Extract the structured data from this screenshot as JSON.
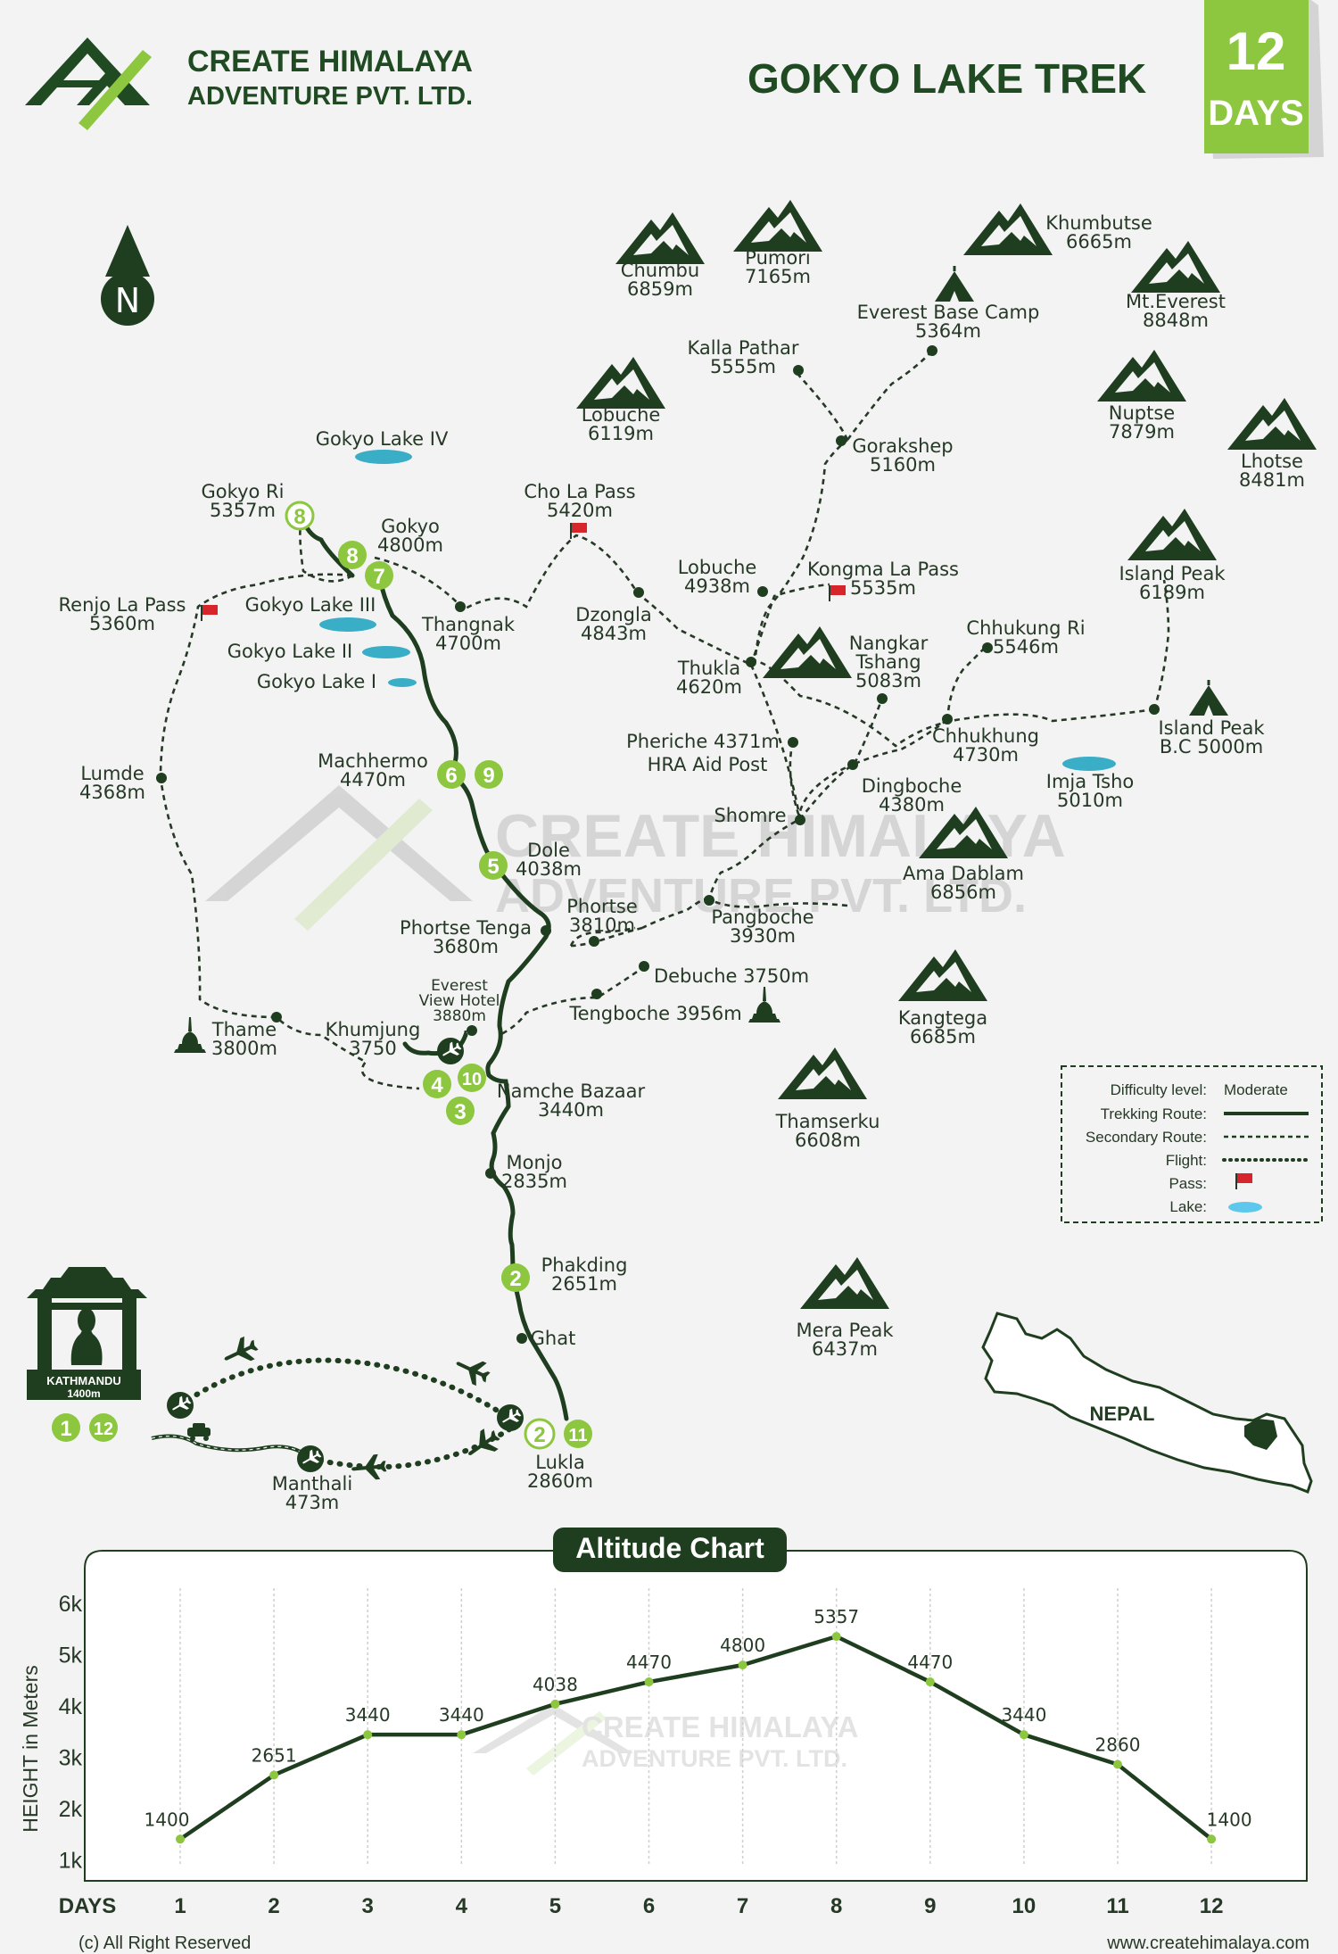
{
  "header": {
    "company_line1": "CREATE HIMALAYA",
    "company_line2": "ADVENTURE PVT. LTD.",
    "title": "GOKYO LAKE TREK",
    "days_number": "12",
    "days_label": "DAYS"
  },
  "compass": {
    "label": "N"
  },
  "watermark": {
    "line1": "CREATE HIMALAYA",
    "line2": "ADVENTURE PVT. LTD."
  },
  "colors": {
    "dark_green": "#1f3d1f",
    "light_green": "#8dc63f",
    "lake": "#3aaec6",
    "pass_flag": "#d7262b",
    "background": "#f3f3f3"
  },
  "mountains": [
    {
      "name": "Chumbu",
      "alt": "6859m"
    },
    {
      "name": "Pumori",
      "alt": "7165m"
    },
    {
      "name": "Khumbutse",
      "alt": "6665m"
    },
    {
      "name": "Mt.Everest",
      "alt": "8848m"
    },
    {
      "name": "Lobuche",
      "alt": "6119m"
    },
    {
      "name": "Nuptse",
      "alt": "7879m"
    },
    {
      "name": "Lhotse",
      "alt": "8481m"
    },
    {
      "name": "Island Peak",
      "alt": "6189m"
    },
    {
      "name": "Ama Dablam",
      "alt": "6856m"
    },
    {
      "name": "Kangtega",
      "alt": "6685m"
    },
    {
      "name": "Thamserku",
      "alt": "6608m"
    },
    {
      "name": "Mera Peak",
      "alt": "6437m"
    },
    {
      "name": "",
      "alt": ""
    }
  ],
  "lakes": [
    {
      "name": "Gokyo Lake IV"
    },
    {
      "name": "Gokyo Lake III"
    },
    {
      "name": "Gokyo Lake II"
    },
    {
      "name": "Gokyo Lake I"
    },
    {
      "name": "Imja Tsho",
      "alt": "5010m"
    }
  ],
  "places": {
    "ebc": {
      "name": "Everest Base Camp",
      "alt": "5364m"
    },
    "kalla": {
      "name": "Kalla Pathar",
      "alt": "5555m"
    },
    "gorakshep": {
      "name": "Gorakshep",
      "alt": "5160m"
    },
    "lobuche": {
      "name": "Lobuche",
      "alt": "4938m"
    },
    "kongma": {
      "name": "Kongma La Pass",
      "alt": "5535m"
    },
    "chola": {
      "name": "Cho La Pass",
      "alt": "5420m"
    },
    "gokyori": {
      "name": "Gokyo Ri",
      "alt": "5357m"
    },
    "gokyo": {
      "name": "Gokyo",
      "alt": "4800m"
    },
    "renjo": {
      "name": "Renjo La Pass",
      "alt": "5360m"
    },
    "thangnak": {
      "name": "Thangnak",
      "alt": "4700m"
    },
    "dzongla": {
      "name": "Dzongla",
      "alt": "4843m"
    },
    "thukla": {
      "name": "Thukla",
      "alt": "4620m"
    },
    "nangkar": {
      "name": "Nangkar",
      "name2": "Tshang",
      "alt": "5083m"
    },
    "chhukhungri": {
      "name": "Chhukung Ri",
      "alt": "5546m"
    },
    "islandbc": {
      "name": "Island Peak",
      "name2": "B.C 5000m"
    },
    "chhukhung": {
      "name": "Chhukhung",
      "alt": "4730m"
    },
    "pheriche": {
      "name": "Pheriche 4371m",
      "name2": "HRA Aid Post"
    },
    "dingboche": {
      "name": "Dingboche",
      "alt": "4380m"
    },
    "shomre": {
      "name": "Shomre"
    },
    "lumde": {
      "name": "Lumde",
      "alt": "4368m"
    },
    "machhermo": {
      "name": "Machhermo",
      "alt": "4470m"
    },
    "dole": {
      "name": "Dole",
      "alt": "4038m"
    },
    "phortse": {
      "name": "Phortse",
      "alt": "3810m"
    },
    "phortsetenga": {
      "name": "Phortse Tenga",
      "alt": "3680m"
    },
    "pangboche": {
      "name": "Pangboche",
      "alt": "3930m"
    },
    "debuche": {
      "name": "Debuche 3750m"
    },
    "tengboche": {
      "name": "Tengboche 3956m"
    },
    "evhotel": {
      "name": "Everest",
      "name2": "View Hotel",
      "alt": "3880m"
    },
    "thame": {
      "name": "Thame",
      "alt": "3800m"
    },
    "khumjung": {
      "name": "Khumjung",
      "alt": "3750"
    },
    "namche": {
      "name": "Namche Bazaar",
      "alt": "3440m"
    },
    "monjo": {
      "name": "Monjo",
      "alt": "2835m"
    },
    "phakding": {
      "name": "Phakding",
      "alt": "2651m"
    },
    "ghat": {
      "name": "Ghat"
    },
    "lukla": {
      "name": "Lukla",
      "alt": "2860m"
    },
    "manthali": {
      "name": "Manthali",
      "alt": "473m"
    },
    "kathmandu": {
      "name": "KATHMANDU",
      "alt": "1400m"
    }
  },
  "day_badges": {
    "kathmandu": [
      "1",
      "12"
    ],
    "lukla": [
      "2",
      "11"
    ],
    "phakding": "2",
    "namche": "3",
    "namche_b": [
      "4",
      "10"
    ],
    "dole": "5",
    "machhermo": [
      "6",
      "9"
    ],
    "gokyo": "7",
    "gokyo_b": "8",
    "gokyori": "8"
  },
  "legend": {
    "difficulty_label": "Difficulty level:",
    "difficulty_value": "Moderate",
    "trekking": "Trekking Route:",
    "secondary": "Secondary Route:",
    "flight": "Flight:",
    "pass": "Pass:",
    "lake": "Lake:"
  },
  "inset": {
    "country": "NEPAL"
  },
  "chart_data": {
    "type": "line",
    "title": "Altitude Chart",
    "xlabel": "DAYS",
    "ylabel": "HEIGHT in Meters",
    "categories": [
      "1",
      "2",
      "3",
      "4",
      "5",
      "6",
      "7",
      "8",
      "9",
      "10",
      "11",
      "12"
    ],
    "values": [
      1400,
      2651,
      3440,
      3440,
      4038,
      4470,
      4800,
      5357,
      4470,
      3440,
      2860,
      1400
    ],
    "y_ticks": [
      "1k",
      "2k",
      "3k",
      "4k",
      "5k",
      "6k"
    ],
    "ylim": [
      1000,
      6000
    ],
    "grid": true
  },
  "footer": {
    "copyright": "(c) All Right Reserved",
    "website": "www.createhimalaya.com"
  }
}
